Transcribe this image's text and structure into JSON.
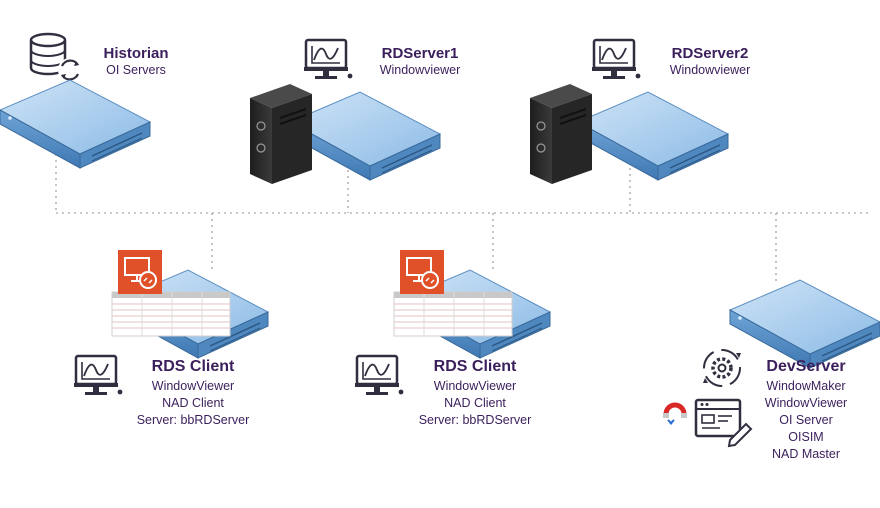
{
  "nodes": {
    "historian": {
      "title": "Historian",
      "subtitle": "OI Servers"
    },
    "rdserver1": {
      "title": "RDServer1",
      "subtitle": "Windowviewer"
    },
    "rdserver2": {
      "title": "RDServer2",
      "subtitle": "Windowviewer"
    },
    "rds_client_1": {
      "title": "RDS Client",
      "lines": [
        "WindowViewer",
        "NAD Client",
        "Server: bbRDServer"
      ]
    },
    "rds_client_2": {
      "title": "RDS Client",
      "lines": [
        "WindowViewer",
        "NAD Client",
        "Server: bbRDServer"
      ]
    },
    "devserver": {
      "title": "DevServer",
      "lines": [
        "WindowMaker",
        "WindowViewer",
        "OI Server",
        "OISIM",
        "NAD Master"
      ]
    }
  },
  "colors": {
    "text": "#3b1f5c",
    "server_blue": "#7fb0de",
    "server_dark": "#2b2b2b",
    "rdp_orange": "#e0512a",
    "network_line": "#b5b5b5",
    "icon_dark": "#2f2f3f"
  },
  "icons": [
    "database-refresh-icon",
    "monitor-chart-icon",
    "tower-server-icon",
    "rack-server-icon",
    "remote-desktop-icon",
    "gear-cycle-icon",
    "window-edit-icon",
    "magnet-icon"
  ]
}
